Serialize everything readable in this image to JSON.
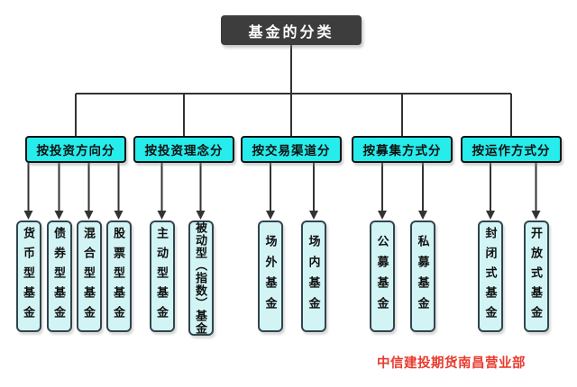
{
  "title": "基金的分类",
  "watermark": "中信建投期货南昌营业部",
  "colors": {
    "title_fill": "#3d3d3d",
    "title_text": "#ffffff",
    "category_fill": "#27ecec",
    "leaf_fill": "#d2f4f5",
    "line": "#333333",
    "watermark_text": "#e93a2e"
  },
  "groups": [
    {
      "label": "按投资方向分",
      "children": [
        "货币型基金",
        "债券型基金",
        "混合型基金",
        "股票型基金"
      ]
    },
    {
      "label": "按投资理念分",
      "children": [
        "主动型基金",
        "被动型（指数）基金"
      ]
    },
    {
      "label": "按交易渠道分",
      "children": [
        "场外基金",
        "场内基金"
      ]
    },
    {
      "label": "按募集方式分",
      "children": [
        "公募基金",
        "私募基金"
      ]
    },
    {
      "label": "按运作方式分",
      "children": [
        "封闭式基金",
        "开放式基金"
      ]
    }
  ]
}
